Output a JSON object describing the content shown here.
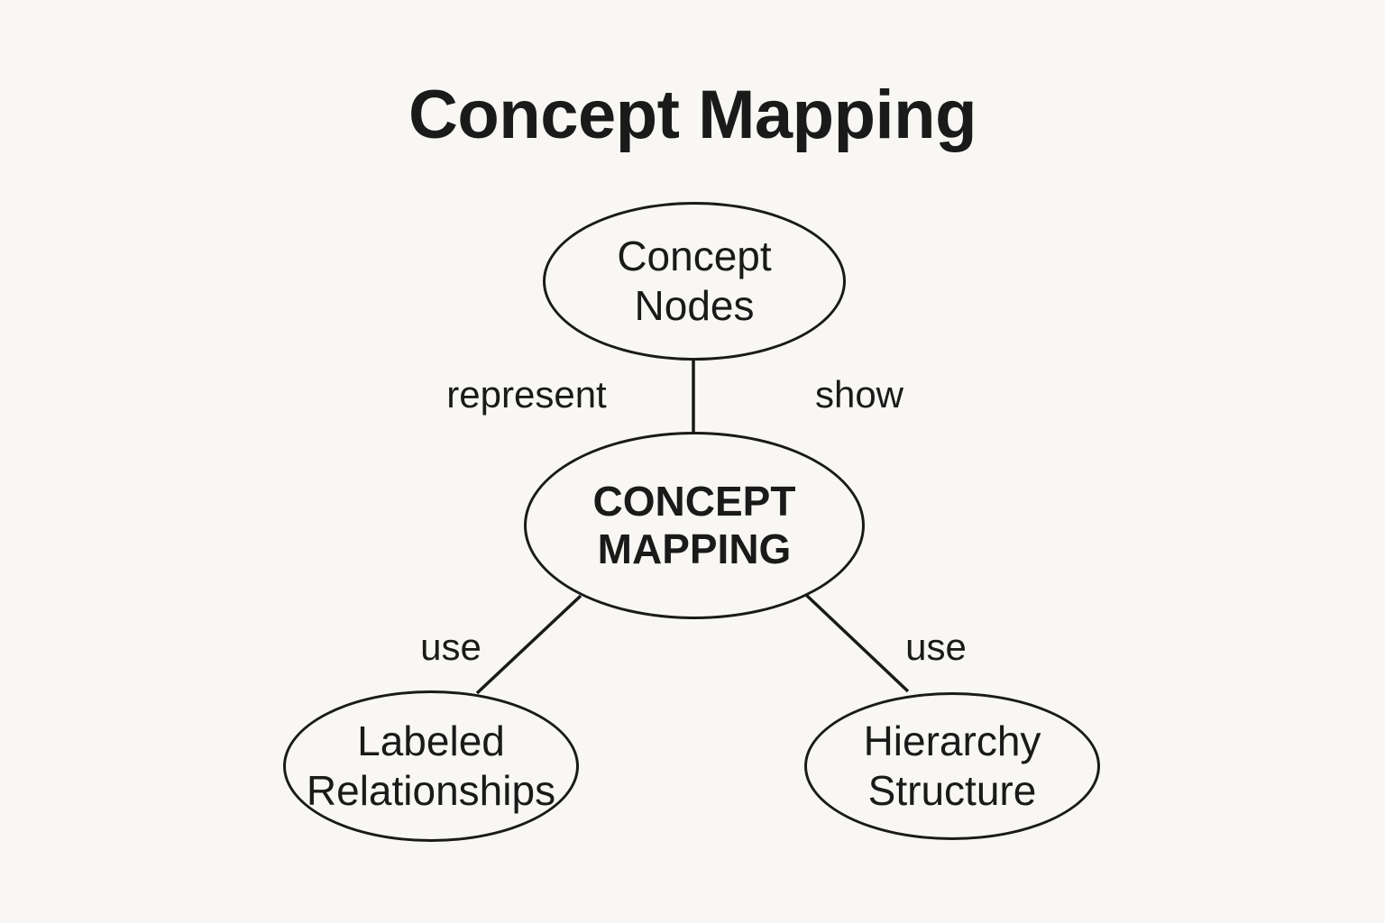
{
  "title": "Concept Mapping",
  "diagram": {
    "center_node": {
      "id": "concept-mapping",
      "label": "CONCEPT MAPPING"
    },
    "nodes": [
      {
        "id": "concept-nodes",
        "label": "Concept Nodes"
      },
      {
        "id": "labeled-relationships",
        "label": "Labeled Relationships"
      },
      {
        "id": "hierarchy-structure",
        "label": "Hierarchy Structure"
      }
    ],
    "edges": [
      {
        "from": "concept-nodes",
        "to": "concept-mapping",
        "labels": [
          "represent",
          "show"
        ]
      },
      {
        "from": "concept-mapping",
        "to": "labeled-relationships",
        "label": "use"
      },
      {
        "from": "concept-mapping",
        "to": "hierarchy-structure",
        "label": "use"
      }
    ]
  },
  "colors": {
    "background": "#f8f7f4",
    "ink": "#1a1a1a"
  }
}
